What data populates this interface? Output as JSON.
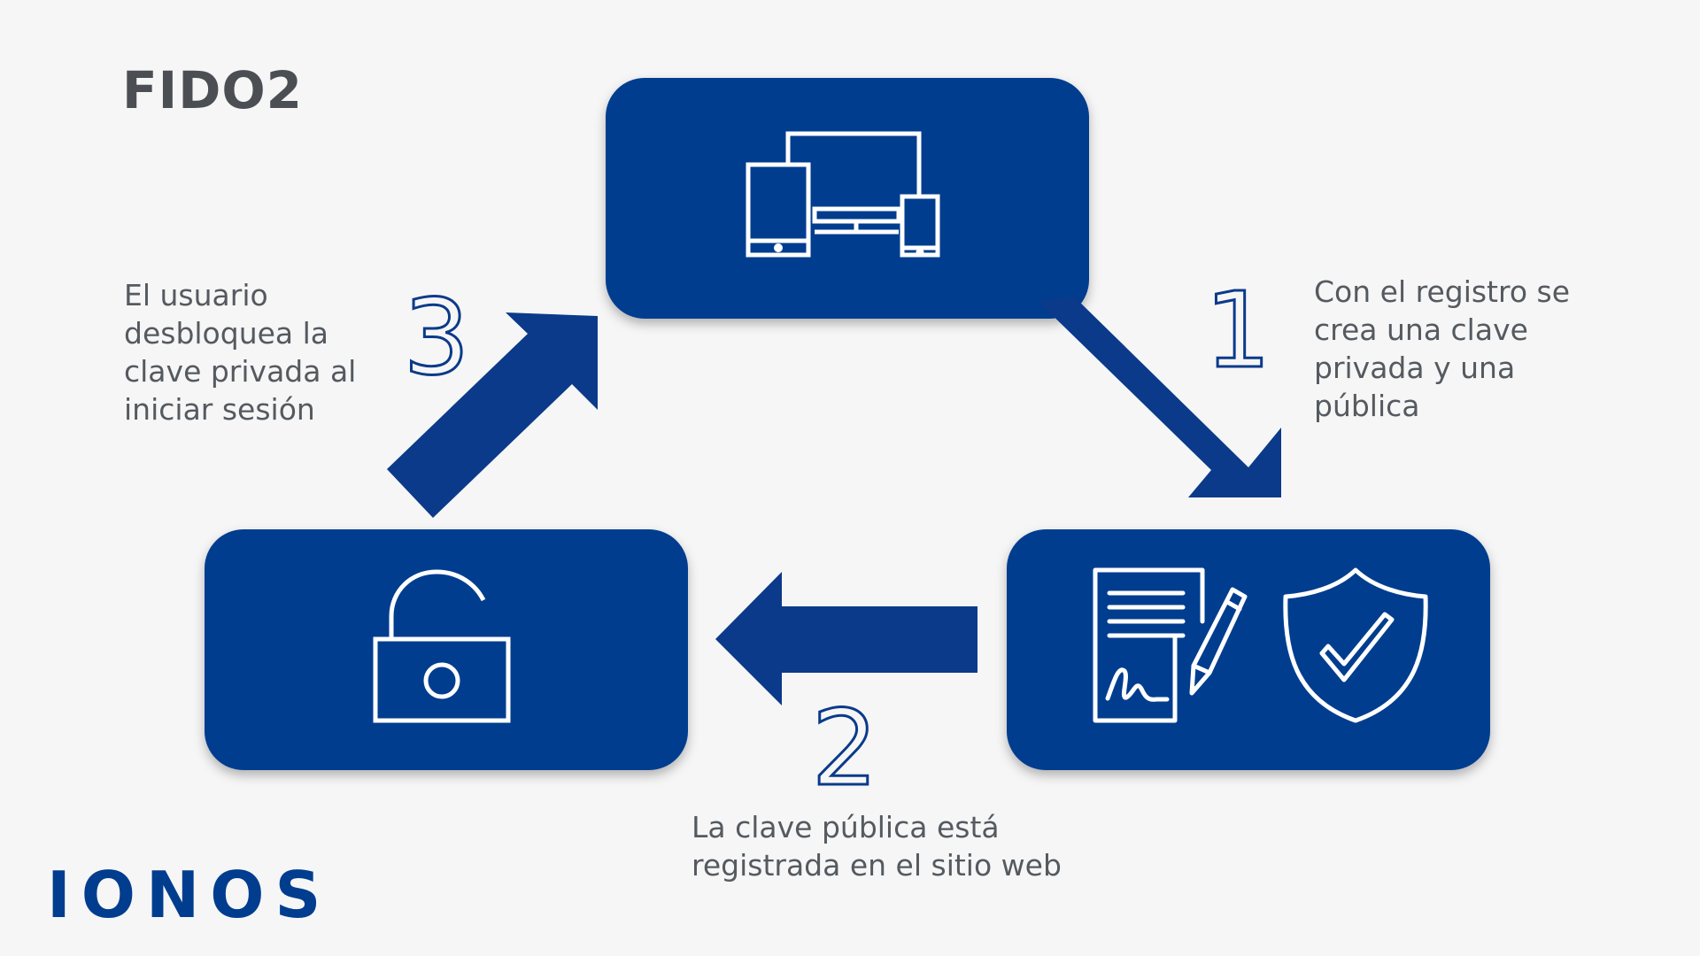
{
  "title": "FIDO2",
  "logo": {
    "text": "IONOS"
  },
  "steps": [
    {
      "number": "1",
      "caption_lines": [
        "Con el registro se",
        "crea una clave",
        "privada y una",
        "pública"
      ]
    },
    {
      "number": "2",
      "caption_lines": [
        "La clave pública está",
        "registrada en el sitio web"
      ]
    },
    {
      "number": "3",
      "caption_lines": [
        "El usuario",
        "desbloquea la",
        "clave privada al",
        "iniciar sesión"
      ]
    }
  ],
  "icons": {
    "top_box": "devices-icon",
    "right_box_left": "signed-document-icon",
    "right_box_right": "shield-check-icon",
    "left_box": "unlocked-padlock-icon"
  },
  "colors": {
    "box_fill": "#003d8f",
    "arrow_fill": "#0b3a8a",
    "background": "#f6f6f6",
    "text": "#555a60",
    "title": "#4b4f54",
    "icon_stroke": "#ffffff"
  }
}
